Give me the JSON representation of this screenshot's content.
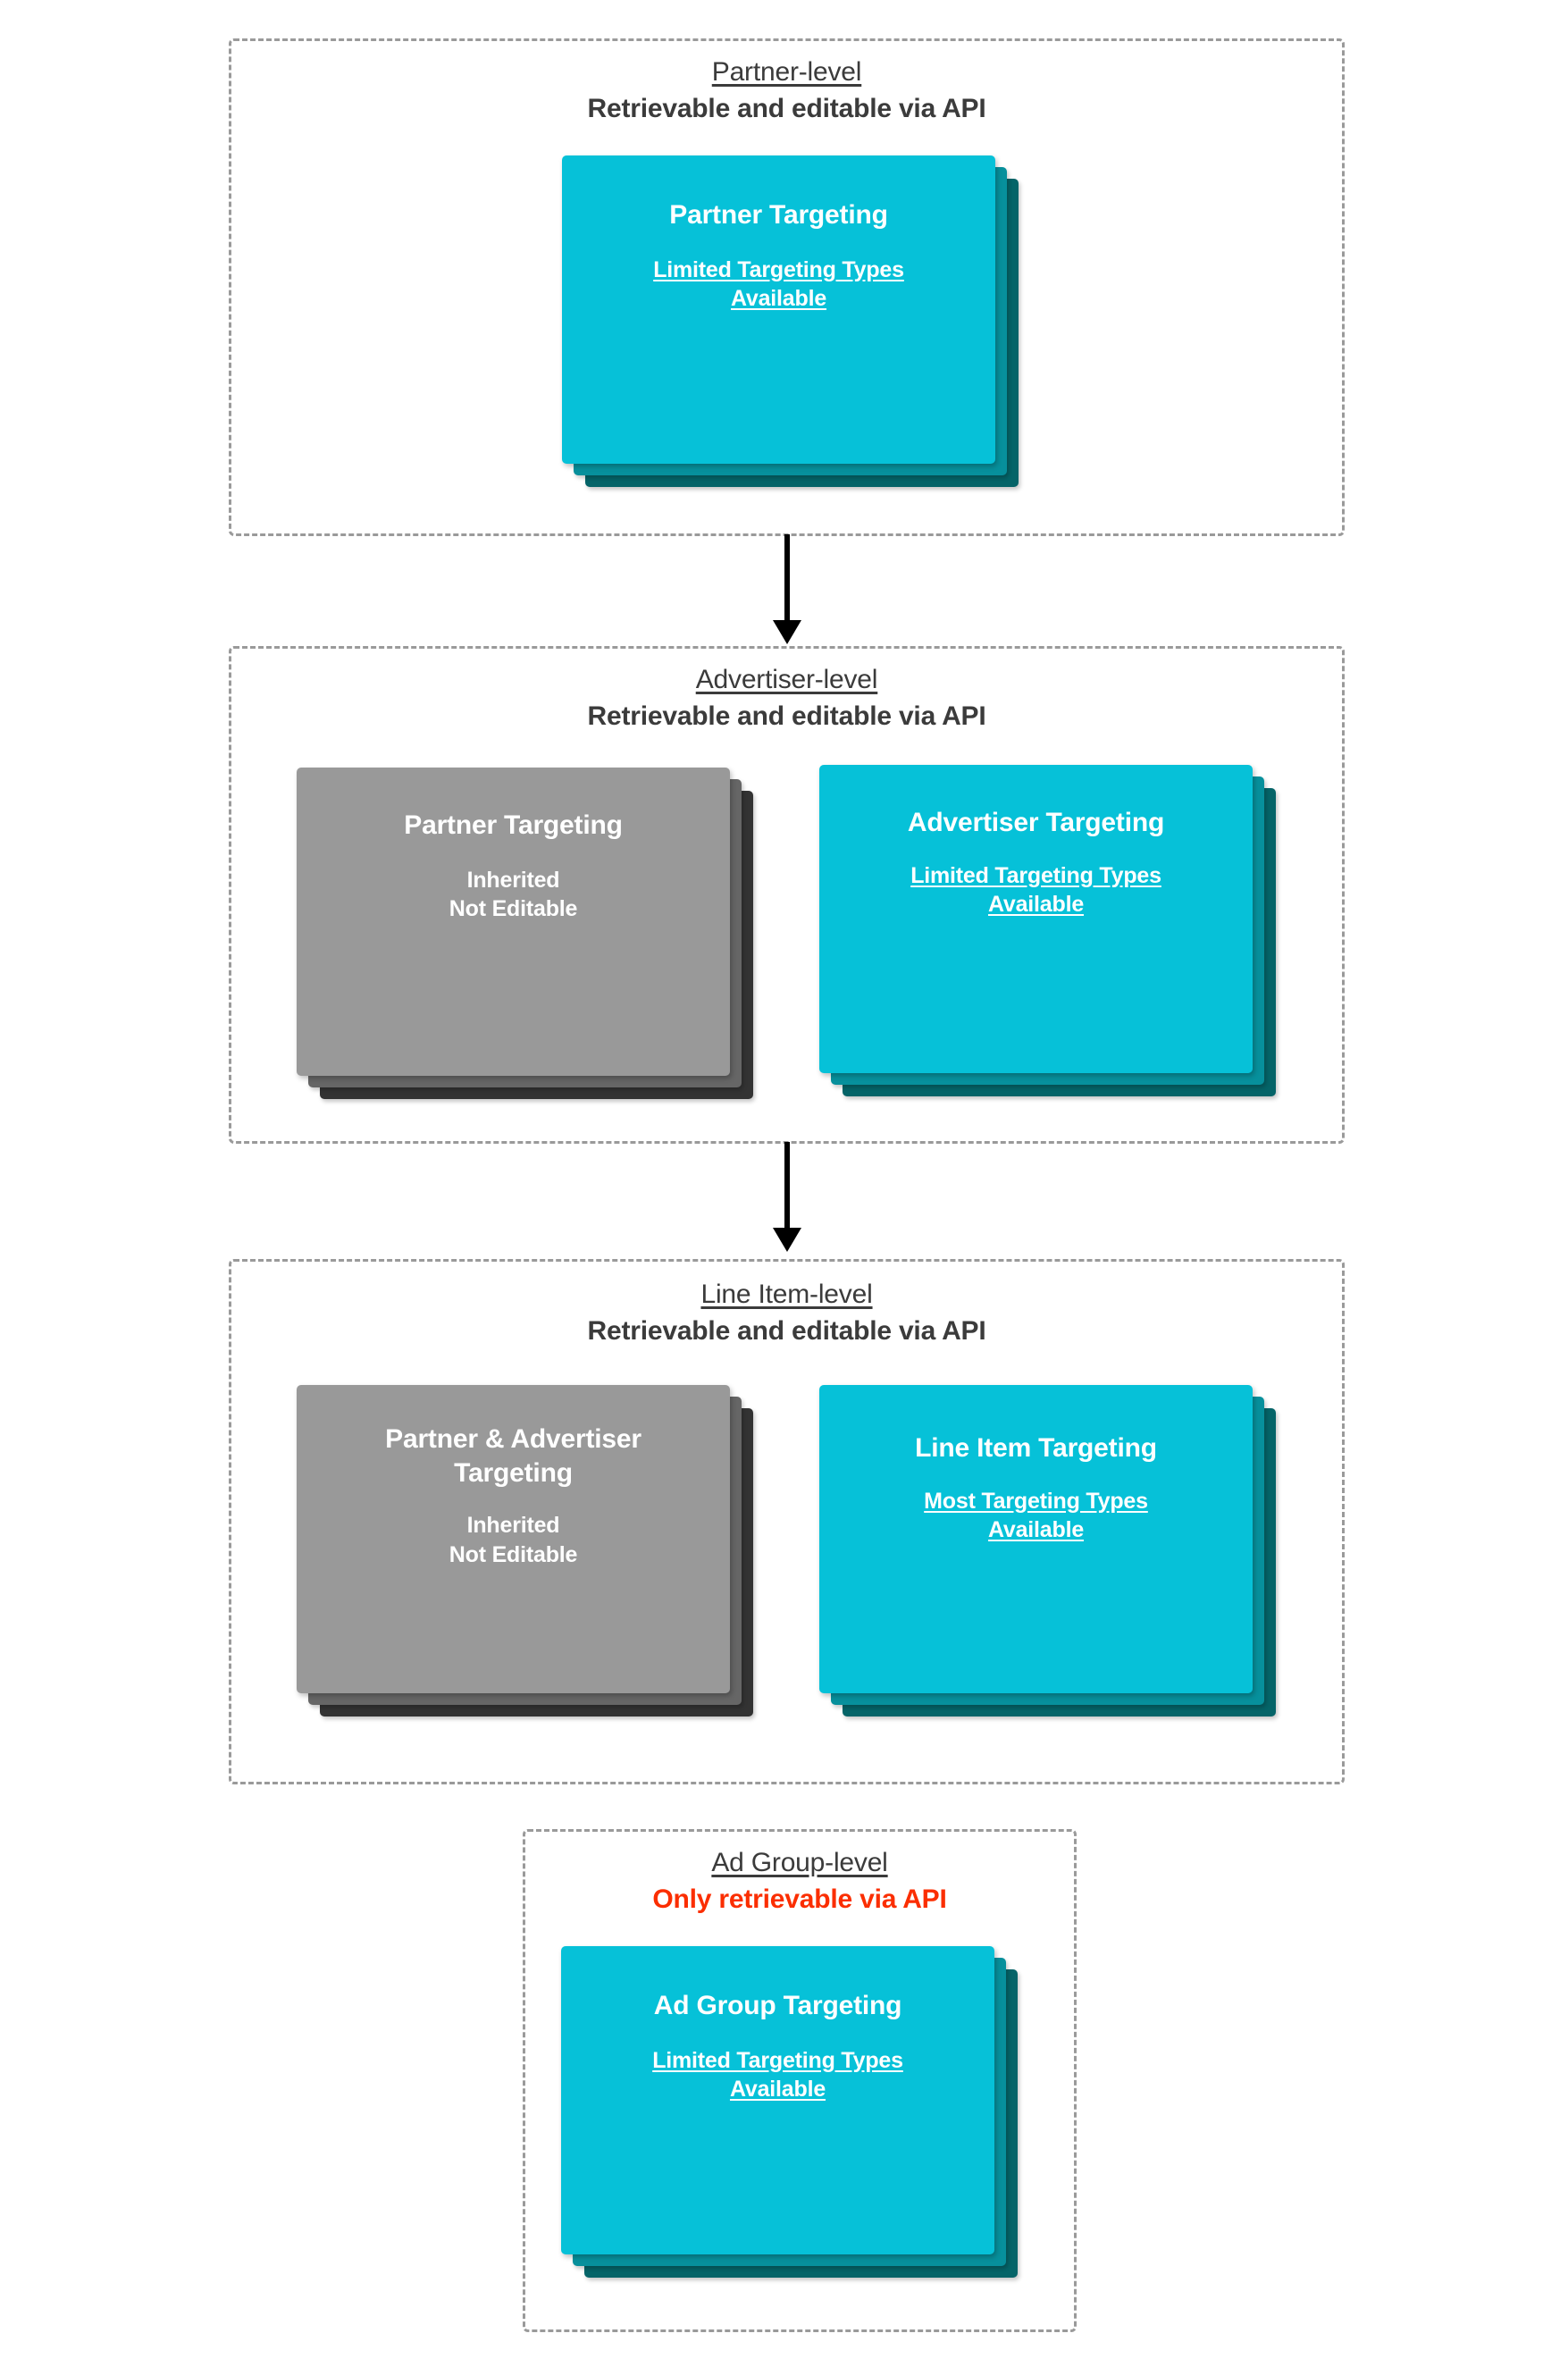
{
  "colors": {
    "cyan_front": "#06c1d8",
    "cyan_mid": "#07909c",
    "cyan_back": "#056468",
    "grey_front": "#999999",
    "grey_mid": "#666666",
    "grey_back": "#333333",
    "dashed_border": "#9a9a9a",
    "heading_text": "#3b3b3b",
    "alert_text": "#fb2e00"
  },
  "levels": [
    {
      "id": "partner-level",
      "title": "Partner-level",
      "subtitle": "Retrievable and editable via API",
      "subtitle_color": "#3b3b3b",
      "cards": [
        {
          "id": "partner-targeting",
          "theme": "cyan",
          "title": "Partner Targeting",
          "note": "Limited Targeting Types Available",
          "note_underlined": true
        }
      ]
    },
    {
      "id": "advertiser-level",
      "title": "Advertiser-level",
      "subtitle": "Retrievable and editable via API",
      "subtitle_color": "#3b3b3b",
      "cards": [
        {
          "id": "partner-targeting-inherited",
          "theme": "grey",
          "title": "Partner Targeting",
          "note": "Inherited\nNot Editable",
          "note_underlined": false
        },
        {
          "id": "advertiser-targeting",
          "theme": "cyan",
          "title": "Advertiser Targeting",
          "note": "Limited Targeting Types Available",
          "note_underlined": true
        }
      ]
    },
    {
      "id": "line-item-level",
      "title": "Line Item-level",
      "subtitle": "Retrievable and editable via API",
      "subtitle_color": "#3b3b3b",
      "cards": [
        {
          "id": "partner-advertiser-targeting-inherited",
          "theme": "grey",
          "title": "Partner & Advertiser Targeting",
          "note": "Inherited\nNot Editable",
          "note_underlined": false
        },
        {
          "id": "line-item-targeting",
          "theme": "cyan",
          "title": "Line Item Targeting",
          "note": "Most Targeting Types Available",
          "note_underlined": true
        }
      ]
    },
    {
      "id": "ad-group-level",
      "title": "Ad Group-level",
      "subtitle": "Only retrievable via API",
      "subtitle_color": "#fb2e00",
      "cards": [
        {
          "id": "ad-group-targeting",
          "theme": "cyan",
          "title": "Ad Group Targeting",
          "note": "Limited Targeting Types Available",
          "note_underlined": true
        }
      ]
    }
  ],
  "arrows": [
    {
      "id": "arrow-partner-to-advertiser",
      "from": "partner-level",
      "to": "advertiser-level"
    },
    {
      "id": "arrow-advertiser-to-line-item",
      "from": "advertiser-level",
      "to": "line-item-level"
    }
  ]
}
